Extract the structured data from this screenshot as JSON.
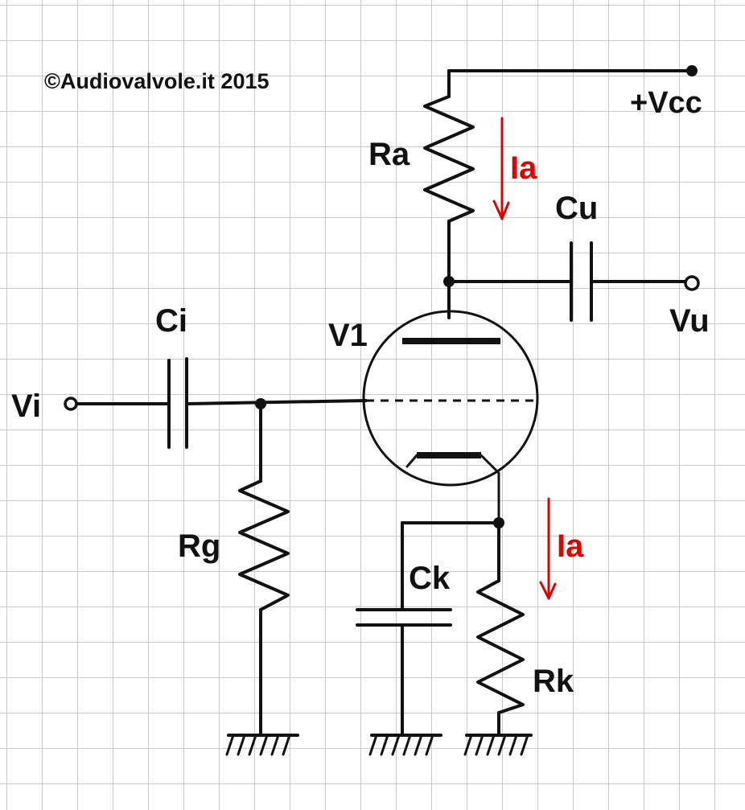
{
  "copyright": "©Audiovalvole.it 2015",
  "labels": {
    "vcc": "+Vcc",
    "ra": "Ra",
    "ia_top": "Ia",
    "cu": "Cu",
    "vu": "Vu",
    "v1": "V1",
    "ci": "Ci",
    "vi": "Vi",
    "rg": "Rg",
    "ck": "Ck",
    "ia_bottom": "Ia",
    "rk": "Rk"
  },
  "colors": {
    "ink": "#111111",
    "current": "#e00000",
    "grid": "#c9c9c9",
    "paper": "#ffffff"
  }
}
